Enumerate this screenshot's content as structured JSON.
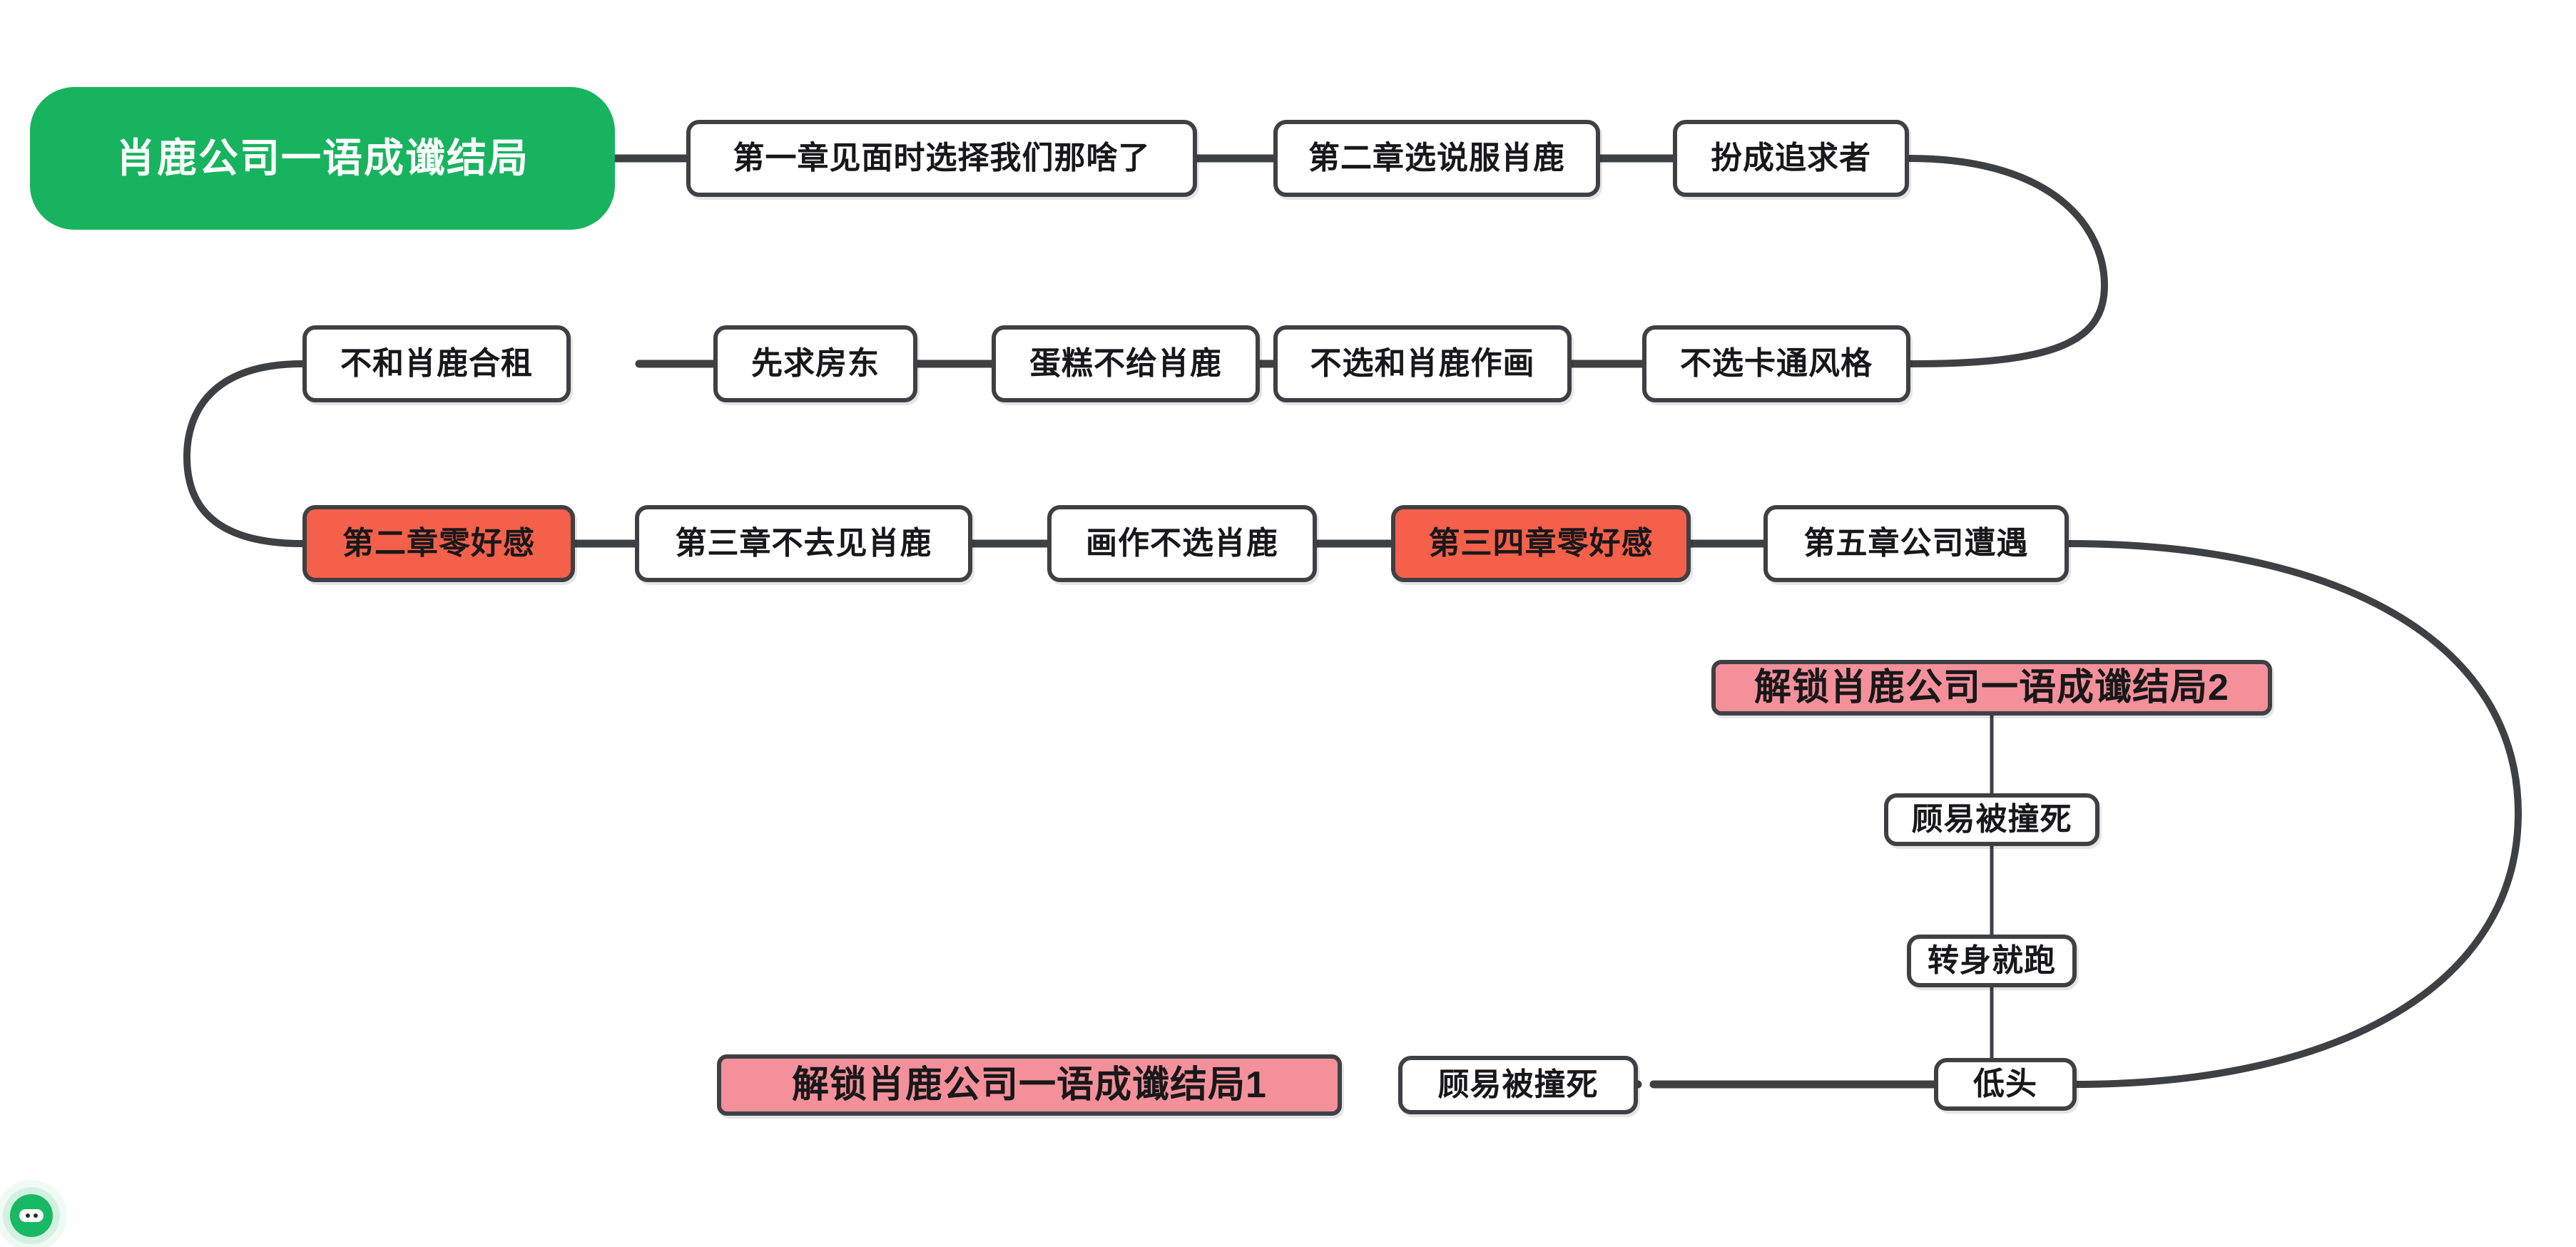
{
  "diagram": {
    "type": "flowchart",
    "title": "肖鹿公司一语成谶结局",
    "colors": {
      "root_fill": "#18b35e",
      "node_stroke": "#3f4043",
      "node_fill": "#ffffff",
      "highlight_fill": "#f4604a",
      "ending_fill": "#f4909a",
      "edge": "#3f4043",
      "background": "#ffffff"
    },
    "nodes": {
      "root": "肖鹿公司一语成谶结局",
      "r1c1": "第一章见面时选择我们那啥了",
      "r1c2": "第二章选说服肖鹿",
      "r1c3": "扮成追求者",
      "r2c1": "不和肖鹿合租",
      "r2c2": "先求房东",
      "r2c3": "蛋糕不给肖鹿",
      "r2c4": "不选和肖鹿作画",
      "r2c5": "不选卡通风格",
      "r3c1": "第二章零好感",
      "r3c2": "第三章不去见肖鹿",
      "r3c3": "画作不选肖鹿",
      "r3c4": "第三四章零好感",
      "r3c5": "第五章公司遭遇",
      "ending2": "解锁肖鹿公司一语成谶结局2",
      "hit2": "顾易被撞死",
      "run": "转身就跑",
      "bow": "低头",
      "ending1": "解锁肖鹿公司一语成谶结局1",
      "hit1": "顾易被撞死"
    },
    "edges": [
      {
        "from": "root",
        "to": "r1c1"
      },
      {
        "from": "r1c1",
        "to": "r1c2"
      },
      {
        "from": "r1c2",
        "to": "r1c3"
      },
      {
        "from": "r1c3",
        "to": "r2c5"
      },
      {
        "from": "r2c5",
        "to": "r2c4"
      },
      {
        "from": "r2c4",
        "to": "r2c3"
      },
      {
        "from": "r2c3",
        "to": "r2c2"
      },
      {
        "from": "r2c2",
        "to": "r2c1"
      },
      {
        "from": "r2c1",
        "to": "r3c1"
      },
      {
        "from": "r3c1",
        "to": "r3c2"
      },
      {
        "from": "r3c2",
        "to": "r3c3"
      },
      {
        "from": "r3c3",
        "to": "r3c4"
      },
      {
        "from": "r3c4",
        "to": "r3c5"
      },
      {
        "from": "r3c5",
        "to": "bow"
      },
      {
        "from": "bow",
        "to": "run"
      },
      {
        "from": "run",
        "to": "hit2"
      },
      {
        "from": "hit2",
        "to": "ending2"
      },
      {
        "from": "bow",
        "to": "hit1"
      },
      {
        "from": "hit1",
        "to": "ending1"
      }
    ]
  },
  "brand": {
    "icon": "robot-badge-icon"
  }
}
